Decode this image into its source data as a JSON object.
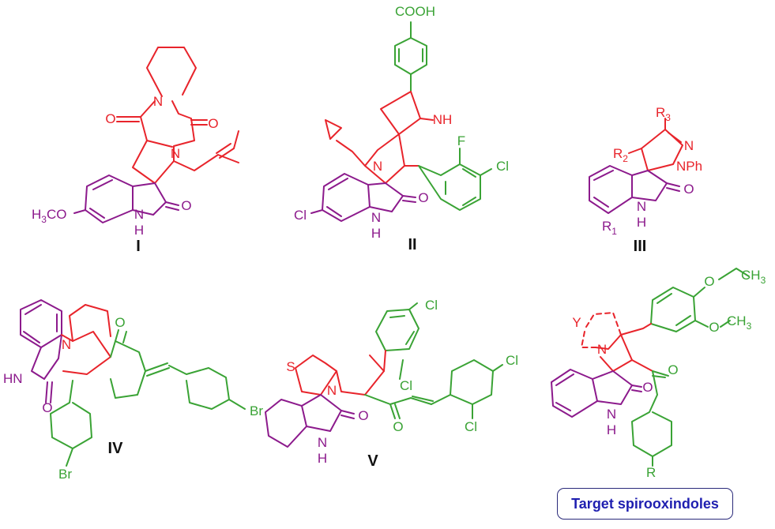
{
  "colors": {
    "pyrrolidine": "#e8242b",
    "oxindole": "#8c1a8c",
    "aryl": "#3aa335",
    "roman": "#111111",
    "target_text": "#1f1fb0"
  },
  "compound_I": {
    "roman": "I",
    "labels": {
      "n_top": "N",
      "o_left": "O",
      "o_right": "O",
      "n_mid": "N",
      "h3co": "H",
      "h3co_sub": "3",
      "h3co_tail": "CO",
      "nh_n": "N",
      "nh_h": "H",
      "o_lactam": "O"
    }
  },
  "compound_II": {
    "roman": "II",
    "labels": {
      "cooh": "COOH",
      "nh": "NH",
      "n": "N",
      "f": "F",
      "cl_aryl": "Cl",
      "cl_ox": "Cl",
      "nh_n": "N",
      "nh_h": "H",
      "o_lactam": "O"
    }
  },
  "compound_III": {
    "roman": "III",
    "labels": {
      "r3": "R",
      "r3_sub": "3",
      "n": "N",
      "r2": "R",
      "r2_sub": "2",
      "nph": "NPh",
      "r1": "R",
      "r1_sub": "1",
      "nh_n": "N",
      "nh_h": "H",
      "o_lactam": "O"
    }
  },
  "compound_IV": {
    "roman": "IV",
    "labels": {
      "n": "N",
      "hn": "HN",
      "o_lactam": "O",
      "o_ketone": "O",
      "br_top": "Br",
      "br_bottom": "Br"
    }
  },
  "compound_V": {
    "roman": "V",
    "labels": {
      "s": "S",
      "n": "N",
      "cl_1": "Cl",
      "cl_2": "Cl",
      "cl_3": "Cl",
      "cl_4": "Cl",
      "o_ketone": "O",
      "o_lactam": "O",
      "nh_n": "N",
      "nh_h": "H"
    }
  },
  "target": {
    "labels": {
      "o_ethyl": "O",
      "ch3_a": "CH",
      "ch3_a_sub": "3",
      "o_methyl": "O",
      "ch3_b": "CH",
      "ch3_b_sub": "3",
      "y": "Y",
      "n": "N",
      "o_ketone": "O",
      "o_lactam": "O",
      "nh_n": "N",
      "nh_h": "H",
      "r": "R"
    },
    "box_label": "Target spirooxindoles"
  }
}
